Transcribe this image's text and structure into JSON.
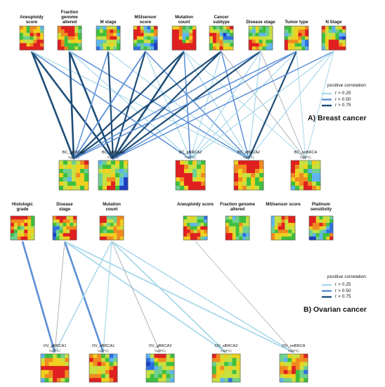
{
  "panelA": {
    "caption": "A) Breast cancer",
    "features": [
      "Aneuploidy\nscore",
      "Fraction\ngenome\naltered",
      "M stage",
      "MSIsensor\nscore",
      "Mutation\ncount",
      "Cancer\nsubtype",
      "Disease stage",
      "Tumor type",
      "N Stage"
    ],
    "targets": [
      {
        "name": "BC_gBRCA1",
        "unit": "log(FC)"
      },
      {
        "name": "BC_sBRCA1",
        "unit": "log(FC)"
      },
      {
        "name": "BC_gBRCA2",
        "unit": "log(FC)"
      },
      {
        "name": "BC_sBRCA2",
        "unit": "log(FC)"
      },
      {
        "name": "BC_noBRCA",
        "unit": "log(FC)"
      }
    ]
  },
  "panelB": {
    "caption": "B) Ovarian cancer",
    "features": [
      "Histologic\ngrade",
      "Disease\nstage",
      "Mutation\ncount",
      "Aneuploidy score",
      "Fraction genome\naltered",
      "MSIsensor score",
      "Platinum\nsensitivity"
    ],
    "targets": [
      {
        "name": "OV_gBRCA1",
        "unit": "log(FC)"
      },
      {
        "name": "OV_sBRCA1",
        "unit": "log(FC)"
      },
      {
        "name": "OV_gBRCA2",
        "unit": "log(FC)"
      },
      {
        "name": "OV_sBRCA2",
        "unit": "log(FC)"
      },
      {
        "name": "OV_noBRCA",
        "unit": "log(FC)"
      }
    ]
  },
  "legend": {
    "title": "positive correlation",
    "items": [
      {
        "label": "r > 0.25",
        "color": "#a8d8ea"
      },
      {
        "label": "r > 0.50",
        "color": "#5b8fd6"
      },
      {
        "label": "r > 0.75",
        "color": "#1f4e79"
      }
    ]
  },
  "edge_colors": {
    "weak": "#a8d8ea",
    "medium": "#5b8fd6",
    "strong": "#1f4e79",
    "gray": "#9aa0a6"
  }
}
